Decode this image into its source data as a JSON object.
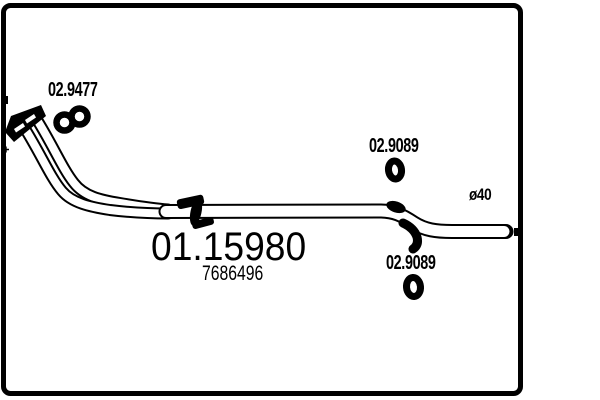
{
  "part_number": "01.15980",
  "oe_number": "7686496",
  "labels": {
    "gasket": "02.9477",
    "oring_top": "02.9089",
    "oring_bottom": "02.9089",
    "pipe_diameter": "ø40"
  },
  "icons": {
    "flange": "flange-icon",
    "gasket": "double-ring-gasket-icon",
    "clamp": "pipe-clamp-icon",
    "oring_top": "rubber-oring-icon",
    "oring_bottom": "rubber-oring-icon",
    "hanger_pin_top": "hanger-pin-icon",
    "hanger_pin_bottom": "hanger-pin-icon",
    "pipe_end": "pipe-end-marker"
  },
  "colors": {
    "ink": "#000000",
    "background": "#ffffff"
  }
}
